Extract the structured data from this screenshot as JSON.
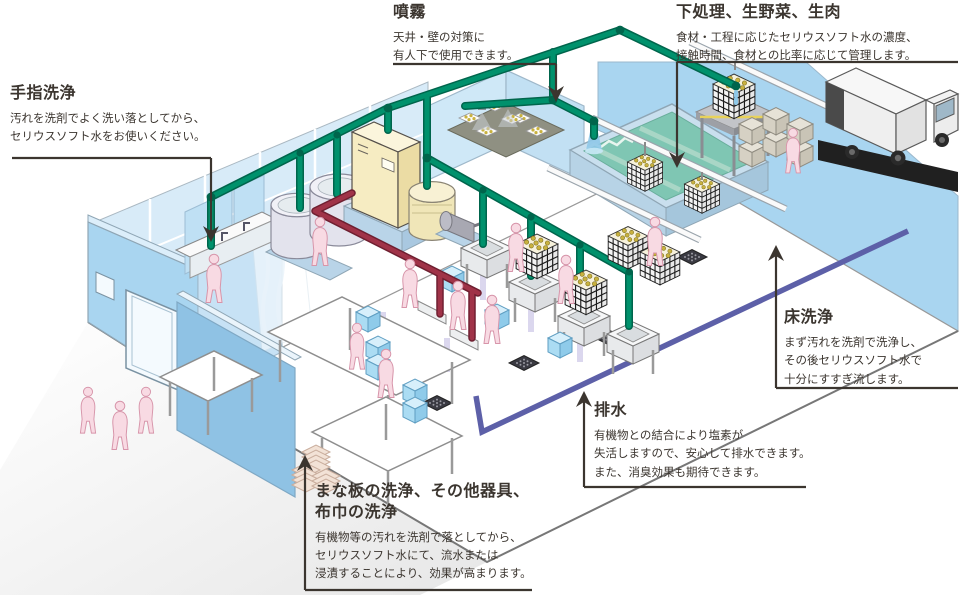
{
  "callouts": {
    "hand_wash": {
      "title": "手指洗浄",
      "line1": "汚れを洗剤でよく洗い落としてから、",
      "line2": "セリウスソフト水をお使いください。"
    },
    "spray": {
      "title": "噴霧",
      "line1": "天井・壁の対策に",
      "line2": "有人下で使用できます。"
    },
    "pretreatment": {
      "title": "下処理、生野菜、生肉",
      "line1": "食材・工程に応じたセリウスソフト水の濃度、",
      "line2": "接触時間、食材との比率に応じて管理します。"
    },
    "floor_wash": {
      "title": "床洗浄",
      "line1": "まず汚れを洗剤で洗浄し、",
      "line2": "その後セリウスソフト水で",
      "line3": "十分にすすぎ流します。"
    },
    "drainage": {
      "title": "排水",
      "line1": "有機物との結合により塩素が",
      "line2": "失活しますので、安心して排水できます。",
      "line3": "また、消臭効果も期待できます。"
    },
    "cutting_board": {
      "title1": "まな板の洗浄、その他器具、",
      "title2": "布巾の洗浄",
      "line1": "有機物等の汚れを洗剤で落としてから、",
      "line2": "セリウスソフト水にて、流水または",
      "line3": "浸漬することにより、効果が高まります。"
    }
  },
  "colors": {
    "soft_water_pipe": "#00916C",
    "hot_water_pipe": "#A03348",
    "drain_line": "#5D60A8",
    "wall_blue": "#A9D5F0",
    "wall_light_blue": "#D8EBF8",
    "pool_water": "#7FC6B3",
    "worker_pink": "#F8DAE3",
    "machine_yellow": "#F6ECC2",
    "text": "#3B352F"
  }
}
